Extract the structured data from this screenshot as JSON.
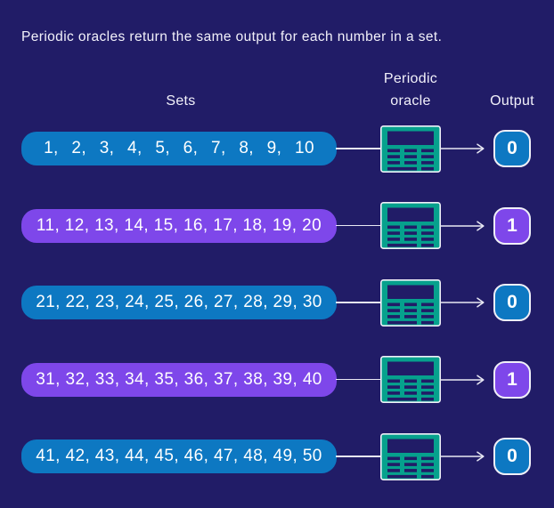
{
  "title": "Periodic oracles return the same output for each number in a set.",
  "headers": {
    "sets": "Sets",
    "oracle_line1": "Periodic",
    "oracle_line2": "oracle",
    "output": "Output"
  },
  "colors": {
    "background": "#211c67",
    "blue": "#0d78c2",
    "purple": "#7e47ea",
    "teal": "#06a18d",
    "line": "#e9e9f4",
    "text": "#ffffff",
    "heading_text": "#f2f1fa",
    "pill_border": "#f0f0f8"
  },
  "oracle_icon": "spreadsheet-table-icon",
  "rows": [
    {
      "numbers": [
        1,
        2,
        3,
        4,
        5,
        6,
        7,
        8,
        9,
        10
      ],
      "set_text": "1, 2, 3, 4, 5, 6, 7, 8, 9, 10",
      "output": "0",
      "variant": "blue"
    },
    {
      "numbers": [
        11,
        12,
        13,
        14,
        15,
        16,
        17,
        18,
        19,
        20
      ],
      "set_text": "11, 12, 13, 14, 15, 16, 17, 18, 19, 20",
      "output": "1",
      "variant": "purple"
    },
    {
      "numbers": [
        21,
        22,
        23,
        24,
        25,
        26,
        27,
        28,
        29,
        30
      ],
      "set_text": "21, 22, 23, 24, 25, 26, 27, 28, 29, 30",
      "output": "0",
      "variant": "blue"
    },
    {
      "numbers": [
        31,
        32,
        33,
        34,
        35,
        36,
        37,
        38,
        39,
        40
      ],
      "set_text": "31, 32, 33, 34, 35, 36, 37, 38, 39, 40",
      "output": "1",
      "variant": "purple"
    },
    {
      "numbers": [
        41,
        42,
        43,
        44,
        45,
        46,
        47,
        48,
        49,
        50
      ],
      "set_text": "41, 42, 43, 44, 45, 46, 47, 48, 49, 50",
      "output": "0",
      "variant": "blue"
    }
  ]
}
